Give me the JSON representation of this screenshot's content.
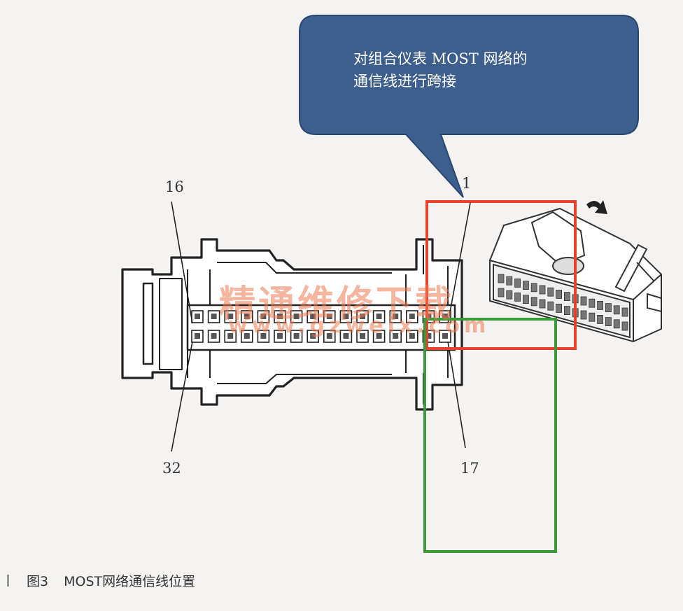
{
  "callout": {
    "line1": "对组合仪表 MOST 网络的",
    "line2": "通信线进行跨接"
  },
  "pins": {
    "top_left": "16",
    "top_right": "1",
    "bottom_left": "32",
    "bottom_right": "17"
  },
  "caption": {
    "figure": "图3",
    "text": "MOST网络通信线位置"
  },
  "watermark": {
    "main": "精通维修下载",
    "url": "www.gzweix.com"
  },
  "colors": {
    "callout_fill": "#3d5f8e",
    "red_box": "#e8412c",
    "green_box": "#3c9a3a"
  },
  "icons": {
    "arrow": "curved-arrow-icon"
  }
}
